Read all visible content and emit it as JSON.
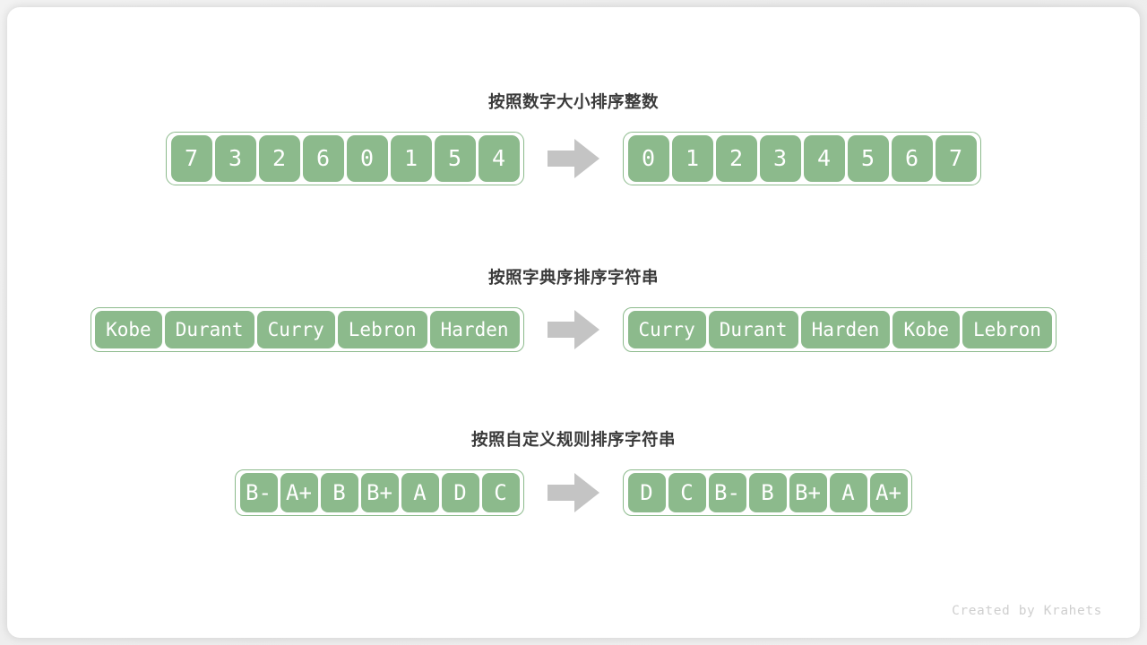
{
  "card": {
    "background": "#ffffff",
    "accent_green": "#8cba8c",
    "arrow_gray": "#c4c4c4",
    "title_color": "#3a3a3a"
  },
  "sections": [
    {
      "title": "按照数字大小排序整数",
      "input": [
        "7",
        "3",
        "2",
        "6",
        "0",
        "1",
        "5",
        "4"
      ],
      "output": [
        "0",
        "1",
        "2",
        "3",
        "4",
        "5",
        "6",
        "7"
      ],
      "arrow": "right-arrow-icon"
    },
    {
      "title": "按照字典序排序字符串",
      "input": [
        "Kobe",
        "Durant",
        "Curry",
        "Lebron",
        "Harden"
      ],
      "output": [
        "Curry",
        "Durant",
        "Harden",
        "Kobe",
        "Lebron"
      ],
      "arrow": "right-arrow-icon"
    },
    {
      "title": "按照自定义规则排序字符串",
      "input": [
        "B-",
        "A+",
        "B",
        "B+",
        "A",
        "D",
        "C"
      ],
      "output": [
        "D",
        "C",
        "B-",
        "B",
        "B+",
        "A",
        "A+"
      ],
      "arrow": "right-arrow-icon"
    }
  ],
  "credit": "Created by Krahets"
}
